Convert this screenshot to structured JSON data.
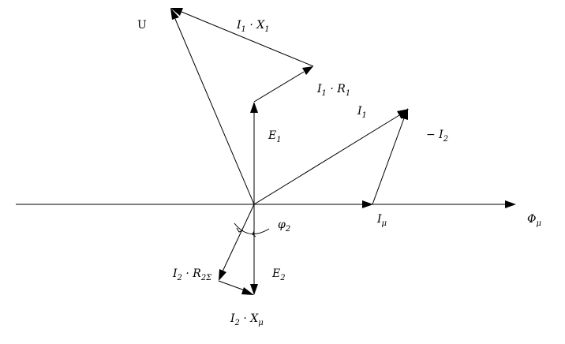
{
  "diagram": {
    "labels": {
      "u": "U",
      "i1x1_main": "I",
      "i1x1_sub1": "1",
      "i1x1_mid": " · X",
      "i1x1_sub2": "1",
      "i1r1_main": "I",
      "i1r1_sub1": "1",
      "i1r1_mid": " · R",
      "i1r1_sub2": "1",
      "i1_main": "I",
      "i1_sub": "1",
      "neg_i2_main": "− I",
      "neg_i2_sub": "2",
      "e1_main": "E",
      "e1_sub": "1",
      "imu_main": "I",
      "imu_sub": "μ",
      "phimu_main": "Φ",
      "phimu_sub": "μ",
      "phi2_main": "φ",
      "phi2_sub": "2",
      "i2r2_main": "I",
      "i2r2_sub1": "2",
      "i2r2_mid": " · R",
      "i2r2_sub2": "2Σ",
      "e2_main": "E",
      "e2_sub": "2",
      "i2xmu_main": "I",
      "i2xmu_sub1": "2",
      "i2xmu_mid": " · X",
      "i2xmu_sub2": "μ"
    }
  }
}
